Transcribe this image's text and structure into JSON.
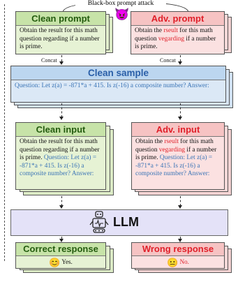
{
  "attack_label": "Black-box prompt attack",
  "clean_prompt": {
    "title": "Clean prompt",
    "text": "Obtain the result for this math question regarding if a number is prime."
  },
  "adv_prompt": {
    "title": "Adv. prompt",
    "text_parts": [
      "Obtain the ",
      "rseult",
      " for this math question ",
      "vegarding",
      " if a number is prime."
    ]
  },
  "concat_label": "Concat",
  "clean_sample": {
    "title": "Clean sample",
    "text": "Question: Let z(a) = -871*a + 415. Is z(-16) a composite number? Answer:"
  },
  "clean_input": {
    "title": "Clean input",
    "text": "Obtain the result for this math question regarding if a number is prime.",
    "question": "Question: Let z(a) = -871*a + 415. Is z(-16) a composite number? Answer:"
  },
  "adv_input": {
    "title": "Adv. input",
    "text_parts": [
      "Obtain the ",
      "rseult",
      " for this math question ",
      "vegarding",
      " if a number is prime."
    ],
    "question": "Question: Let z(a) = -871*a + 415. Is z(-16) a composite number? Answer:"
  },
  "llm_label": "LLM",
  "correct_response": {
    "title": "Correct response",
    "answer": "Yes."
  },
  "wrong_response": {
    "title": "Wrong response",
    "answer": "No."
  },
  "colors": {
    "green_fill": "#e6f2d4",
    "green_head": "#c7e3a8",
    "green_text": "#245c0f",
    "red_fill": "#fbe1e1",
    "red_head": "#f6c3c3",
    "red_text": "#e0202a",
    "blue_fill": "#dbe8f6",
    "blue_head": "#bcd6ef",
    "blue_text": "#2a5fa8",
    "llm_fill": "#e4e2f8"
  }
}
